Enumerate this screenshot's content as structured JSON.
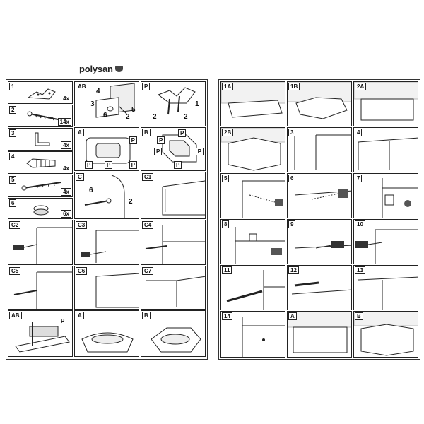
{
  "brand": {
    "name": "polysan"
  },
  "left_page": {
    "parts": [
      {
        "num": "1",
        "qty": "4x"
      },
      {
        "num": "2",
        "qty": "14x"
      },
      {
        "num": "3",
        "qty": "4x"
      },
      {
        "num": "4",
        "qty": "4x"
      },
      {
        "num": "5",
        "qty": "4x"
      },
      {
        "num": "6",
        "qty": "6x"
      }
    ],
    "panel_ab": {
      "label": "AB",
      "callouts": [
        "4",
        "3",
        "6",
        "2",
        "5"
      ]
    },
    "panel_p": {
      "label": "P",
      "callouts": [
        "1",
        "2",
        "2"
      ]
    },
    "panel_a": {
      "label": "A",
      "markers": [
        "P",
        "P",
        "P",
        "P"
      ]
    },
    "panel_b": {
      "label": "B",
      "markers": [
        "P",
        "P",
        "P",
        "P",
        "P"
      ]
    },
    "panel_c": {
      "label": "C",
      "callouts": [
        "6",
        "2"
      ]
    },
    "steps": [
      "C1",
      "C2",
      "C3",
      "C4",
      "C5",
      "C6",
      "C7"
    ],
    "bottom": {
      "ab_label": "AB",
      "ab_p": "P",
      "a_label": "A",
      "b_label": "B"
    }
  },
  "right_page": {
    "steps": [
      "1A",
      "1B",
      "2A",
      "2B",
      "3",
      "4",
      "5",
      "6",
      "7",
      "8",
      "9",
      "10",
      "11",
      "12",
      "13",
      "14",
      "A",
      "B"
    ]
  }
}
